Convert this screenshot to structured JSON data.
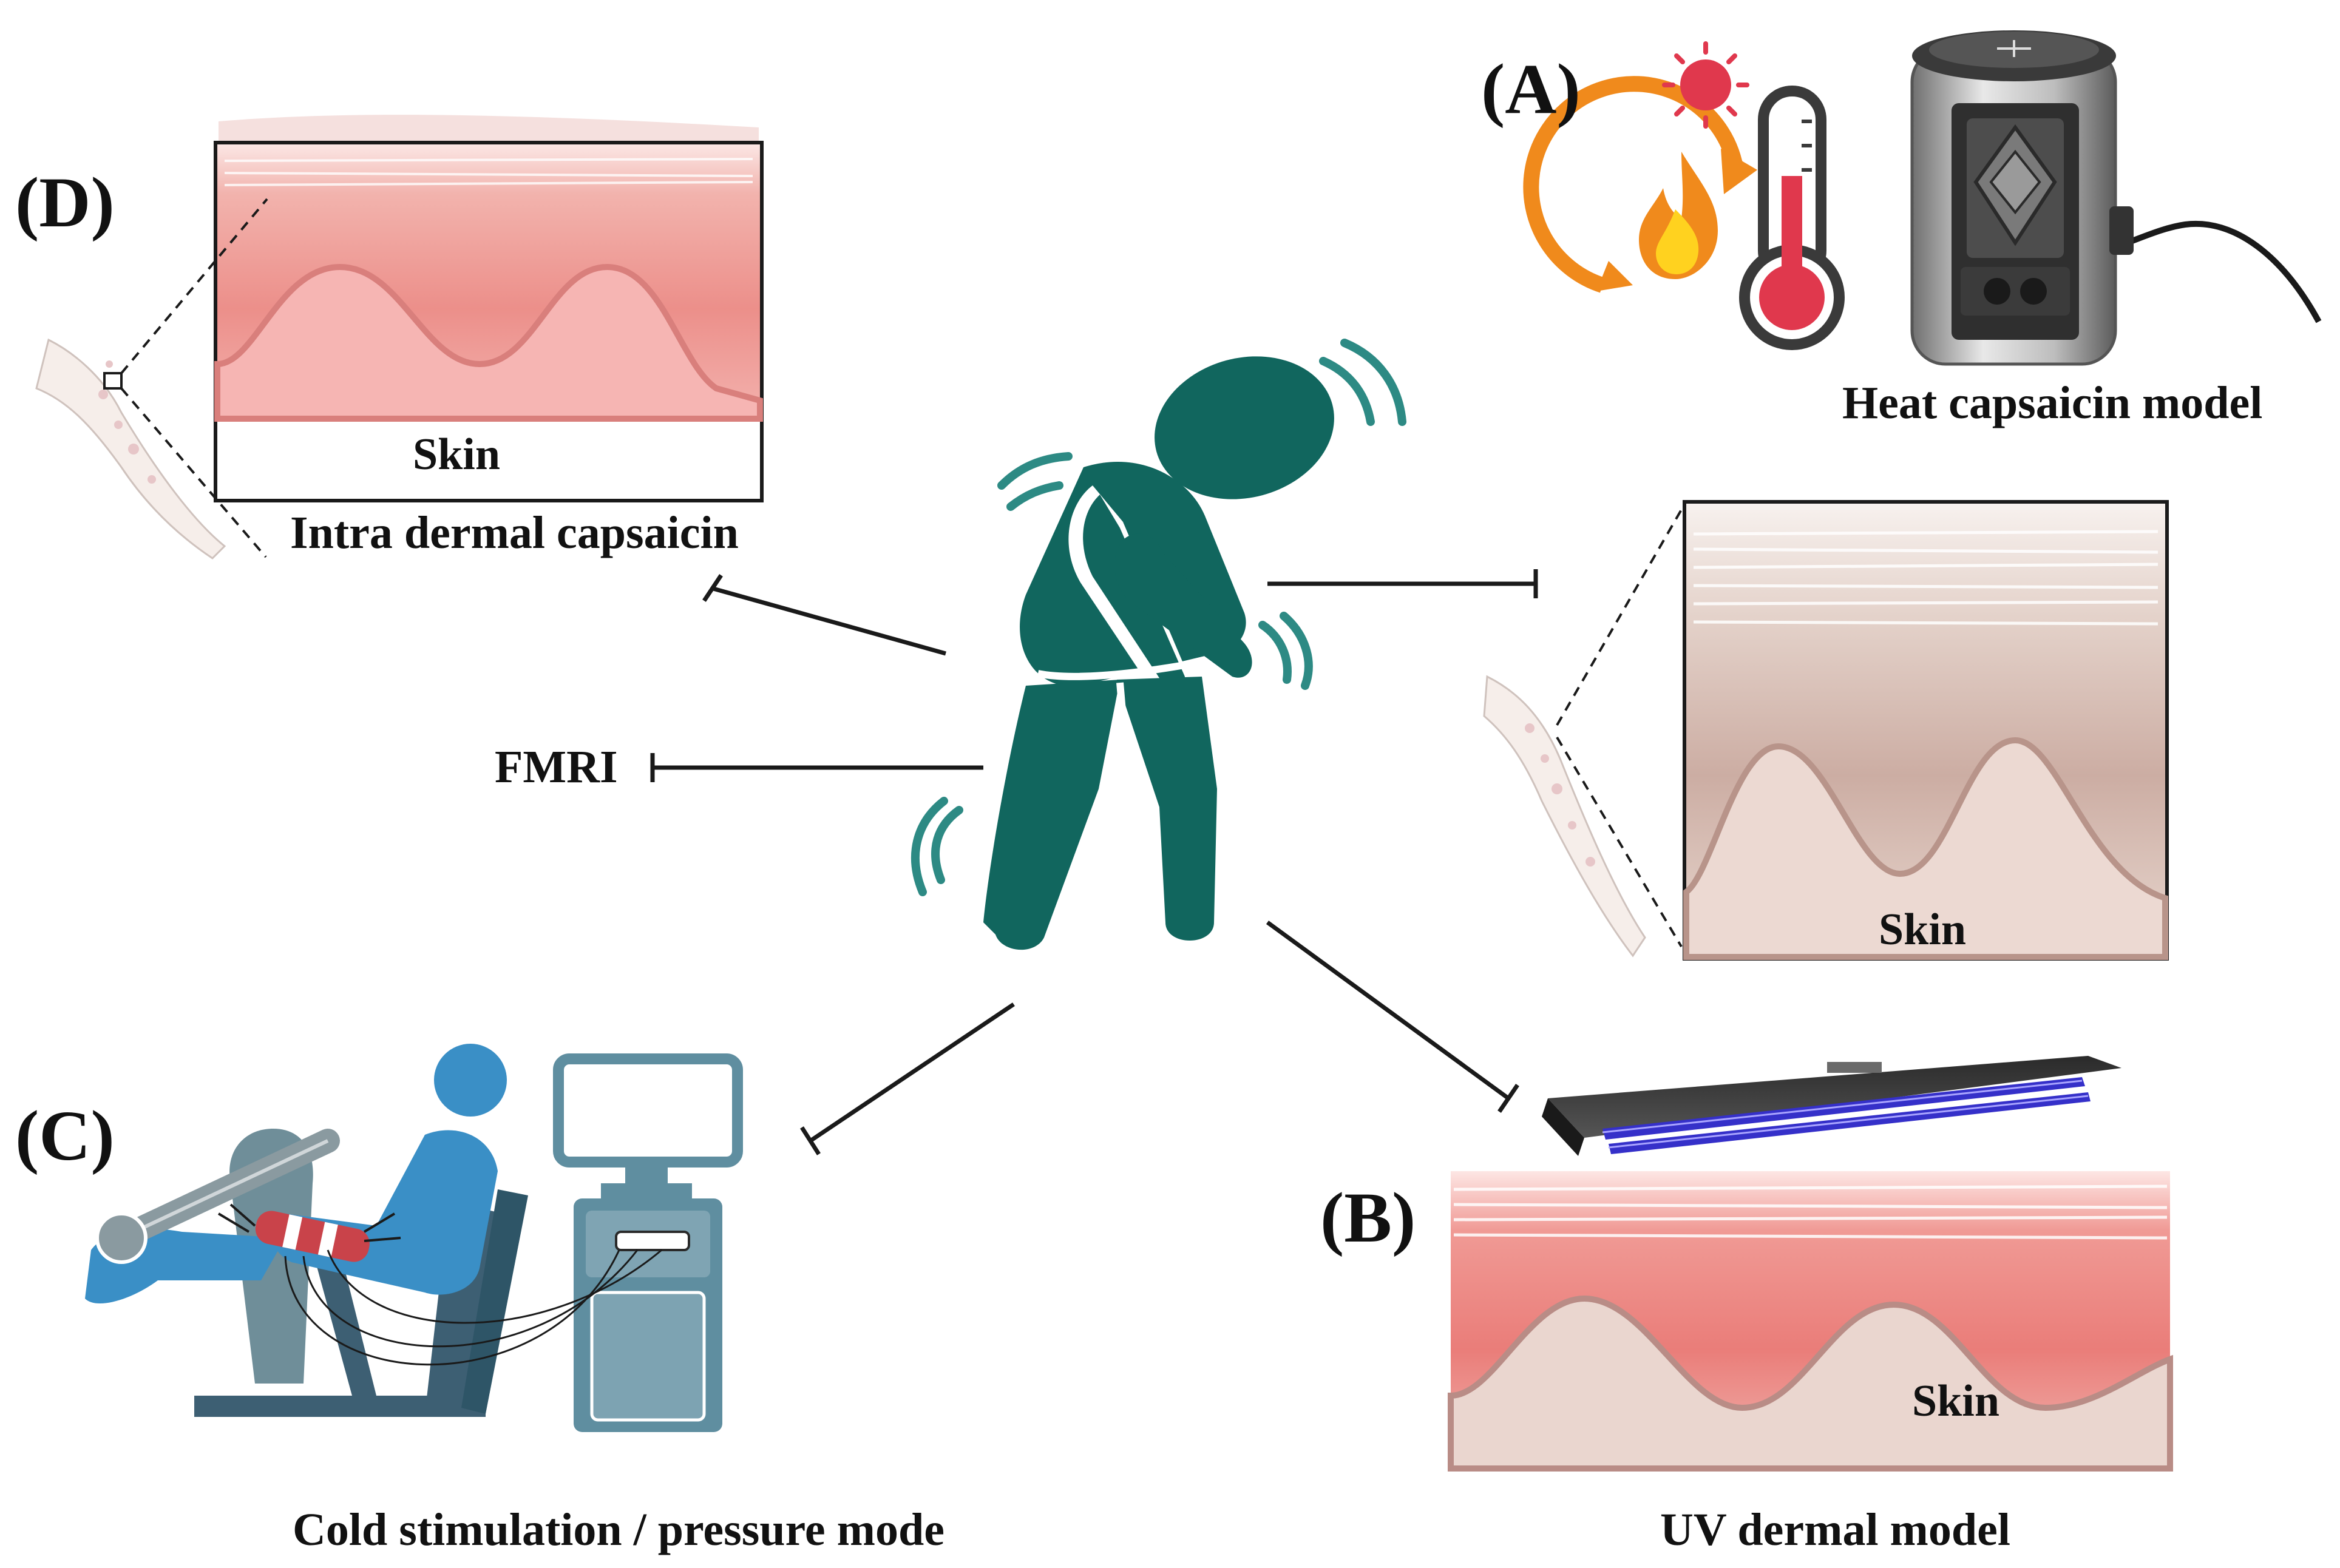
{
  "panels": {
    "a": "(A)",
    "b": "(B)",
    "c": "(C)",
    "d": "(D)"
  },
  "captions": {
    "heat": "Heat capsaicin model",
    "intradermal": "Intra dermal capsaicin",
    "fmri": "FMRI",
    "cold": "Cold stimulation / pressure mode",
    "uv": "UV dermal model"
  },
  "skin_labels": {
    "d": "Skin",
    "right": "Skin",
    "b": "Skin"
  },
  "colors": {
    "figure": "#11665e",
    "skin_pink": "#f4a6a3",
    "skin_beige": "#d9c3b8",
    "chair_blue": "#3a8fc6",
    "machine": "#5f8ea0",
    "uv_lamp": "#3530c9",
    "fire_orange": "#f08a1c",
    "thermo_red": "#e0384d"
  }
}
